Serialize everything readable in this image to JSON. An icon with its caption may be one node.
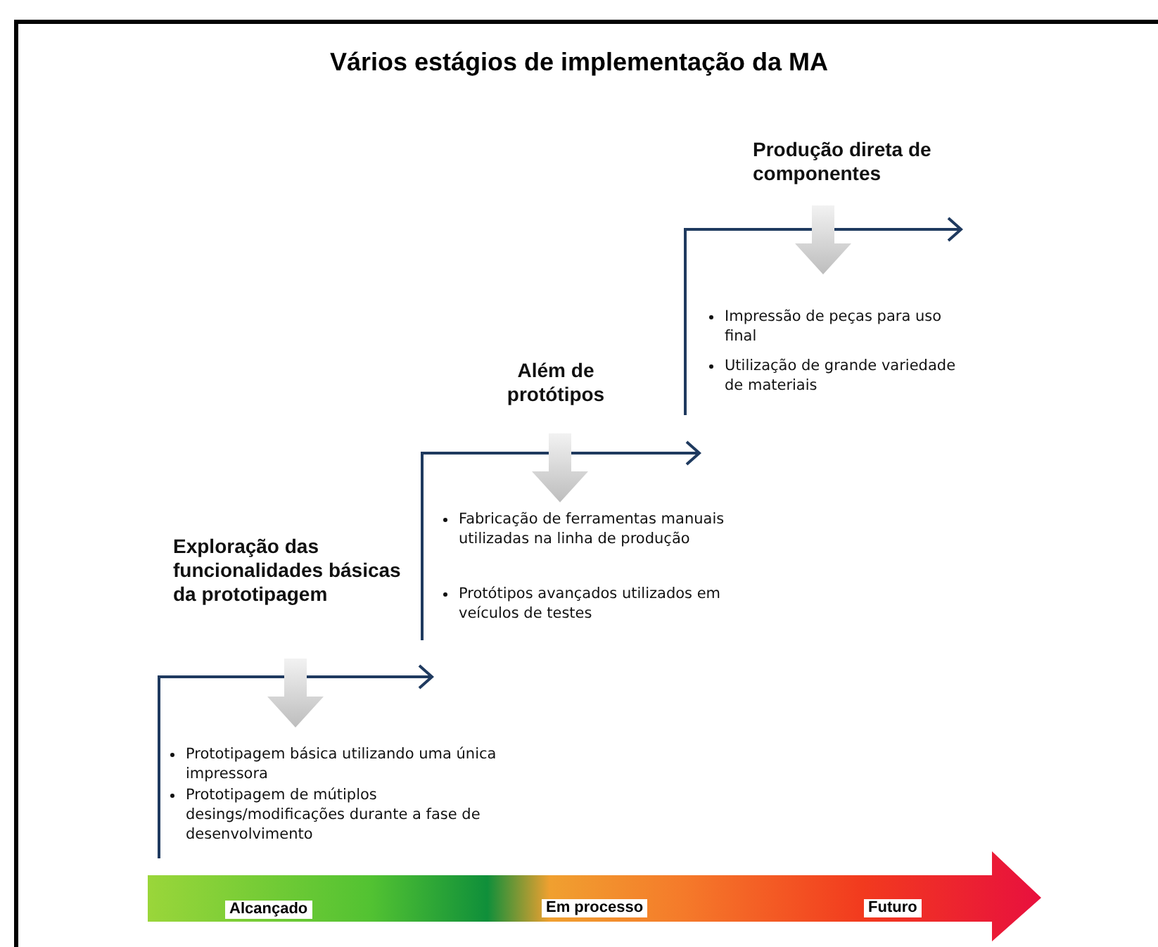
{
  "diagram": {
    "title": "Vários estágios de implementação da MA",
    "labels": [
      "Exploração das funcionalidades básicas da prototipagem",
      "Prototipagem básica utilizando uma única impressora",
      "Prototipagem de mútiplos desings/modificações durante a fase de desenvolvimento",
      "Além de protótipos",
      "Fabricação de ferramentas manuais utilizadas na linha de produção",
      "Protótipos avançados utilizados em veículos de testes",
      "Produção direta de componentes",
      "Impressão de peças para uso final",
      "Utilização de grande variedade de materiais",
      "Alcançado",
      "Em processo",
      "Futuro"
    ]
  }
}
